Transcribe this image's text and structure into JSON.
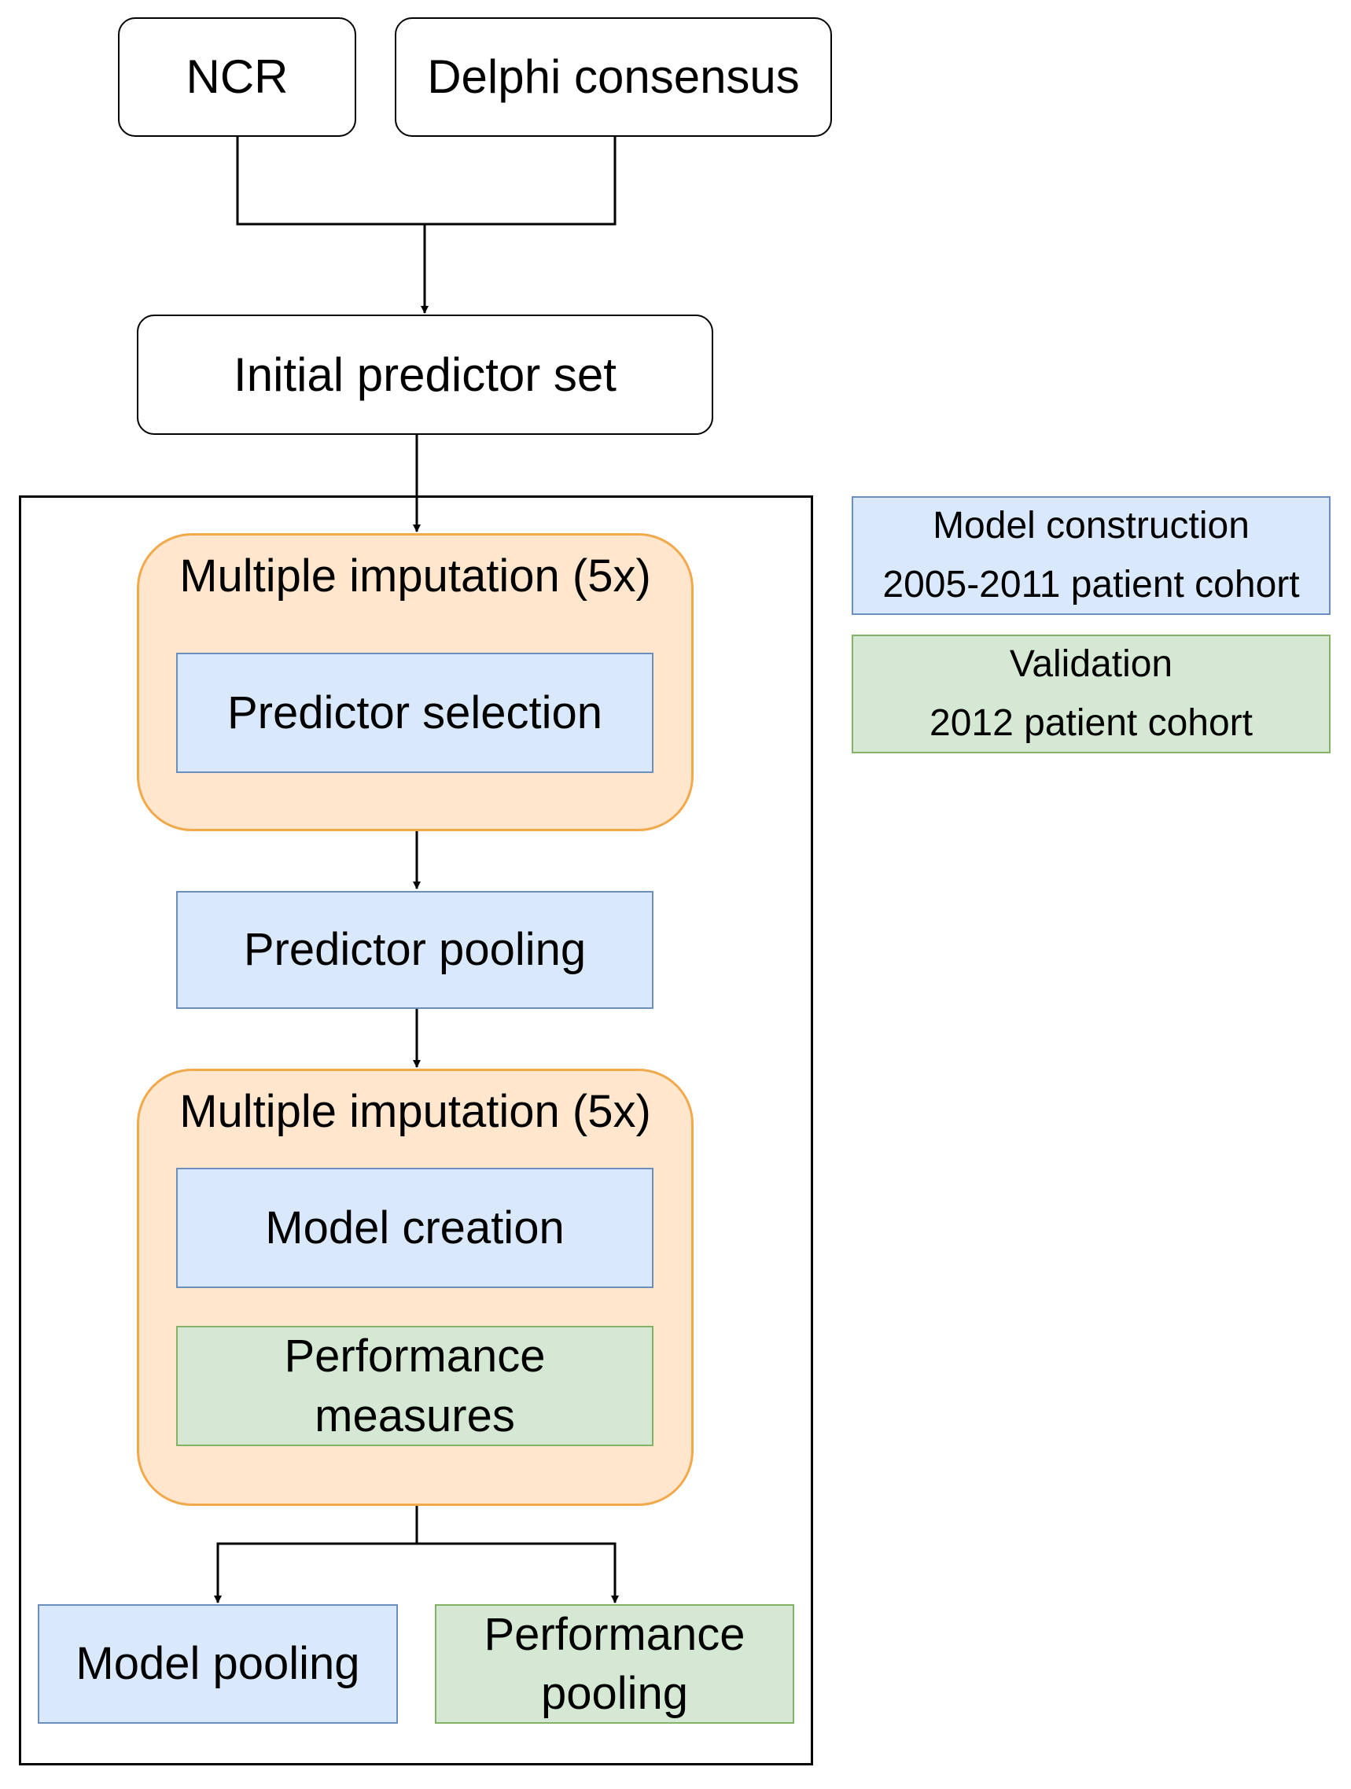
{
  "sources": {
    "ncr": "NCR",
    "delphi": "Delphi consensus"
  },
  "initial_predictor_set": "Initial predictor set",
  "imputation_1": {
    "label": "Multiple imputation (5x)",
    "predictor_selection": "Predictor selection"
  },
  "predictor_pooling": "Predictor pooling",
  "imputation_2": {
    "label": "Multiple imputation (5x)",
    "model_creation": "Model creation",
    "performance_measures": [
      "Performance",
      "measures"
    ]
  },
  "model_pooling": "Model pooling",
  "performance_pooling": [
    "Performance",
    "pooling"
  ],
  "legend": {
    "construction": [
      "Model construction",
      "2005-2011 patient cohort"
    ],
    "validation": [
      "Validation",
      "2012 patient cohort"
    ]
  },
  "colors": {
    "construction_fill": "#dae8fc",
    "construction_stroke": "#6c8ebf",
    "validation_fill": "#d5e8d4",
    "validation_stroke": "#82b366",
    "imputation_fill": "#ffe6cc",
    "imputation_stroke": "#f2a94c"
  }
}
